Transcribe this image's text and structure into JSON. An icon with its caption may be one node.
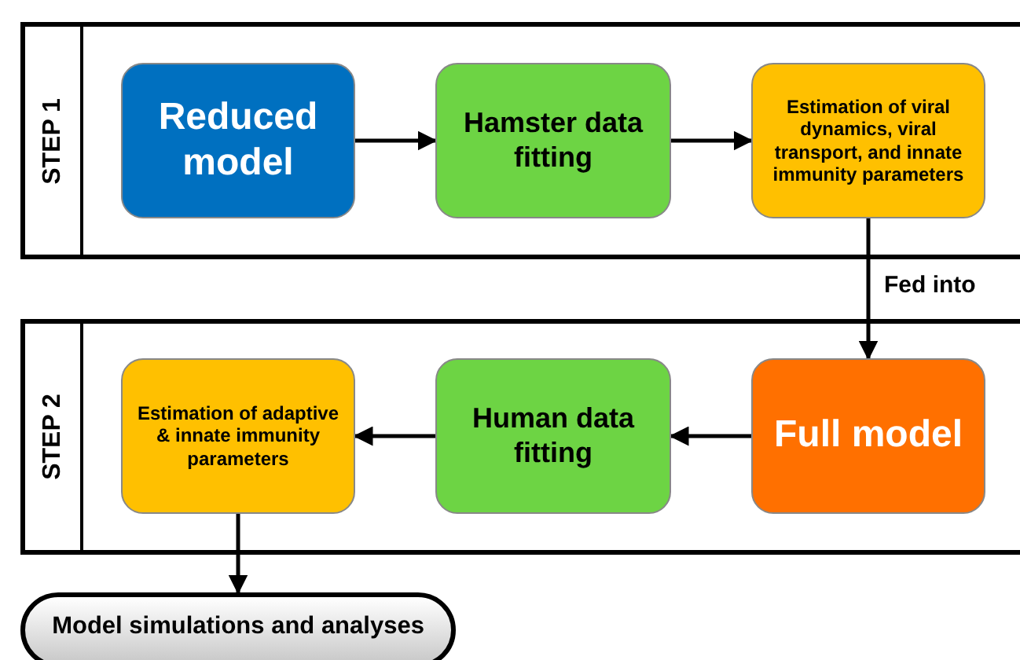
{
  "diagram": {
    "nodes": [
      {
        "text": [
          "STEP 1"
        ]
      },
      {
        "text": [
          "Reduced model"
        ],
        "in": 0
      },
      {
        "text": [
          "Hamster data fitting"
        ],
        "in": 0
      },
      {
        "text": [
          "Estimation of viral dynamics, viral transport, and innate immunity parameters"
        ],
        "in": 0
      },
      {
        "text": [
          "STEP 2"
        ]
      },
      {
        "text": [
          "Estimation of adaptive & innate immunity parameters"
        ],
        "in": 4
      },
      {
        "text": [
          "Human data fitting"
        ],
        "in": 4
      },
      {
        "text": [
          "Full model"
        ],
        "in": 4
      },
      {
        "text": [
          "Model simulations and analyses"
        ]
      }
    ],
    "edges": [
      {
        "from": 1,
        "to": 2,
        "arrow": "to"
      },
      {
        "from": 2,
        "to": 3,
        "arrow": "to"
      },
      {
        "from": 3,
        "to": 7,
        "arrow": "to",
        "label": "Fed into"
      },
      {
        "from": 7,
        "to": 6,
        "arrow": "to"
      },
      {
        "from": 6,
        "to": 5,
        "arrow": "to"
      },
      {
        "from": 5,
        "to": 8,
        "arrow": "to"
      }
    ]
  }
}
